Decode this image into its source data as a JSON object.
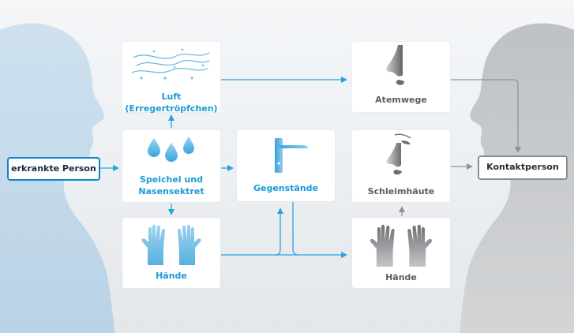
{
  "nodes": {
    "source": {
      "label": "erkrankte Person"
    },
    "air": {
      "label": "Luft (Erregertröpfchen)"
    },
    "saliva": {
      "label_line1": "Speichel und",
      "label_line2": "Nasensektret"
    },
    "hands_left": {
      "label": "Hände"
    },
    "objects": {
      "label": "Gegenstände"
    },
    "airways": {
      "label": "Atemwege"
    },
    "mucosa": {
      "label": "Schleimhäute"
    },
    "hands_right": {
      "label": "Hände"
    },
    "target": {
      "label": "Kontaktperson"
    }
  },
  "colors": {
    "accent_blue": "#1a9ad6",
    "arrow_blue": "#29a3dc",
    "arrow_gray": "#8f9398",
    "silhouette_left": "#c7dbea",
    "silhouette_right": "#c6c8cb"
  },
  "icons": {
    "air": "air-droplets-icon",
    "saliva": "water-drops-icon",
    "hands_left": "blue-hands-icon",
    "objects": "door-handle-icon",
    "airways": "nose-icon",
    "mucosa": "face-profile-icon",
    "hands_right": "gray-hands-icon"
  }
}
